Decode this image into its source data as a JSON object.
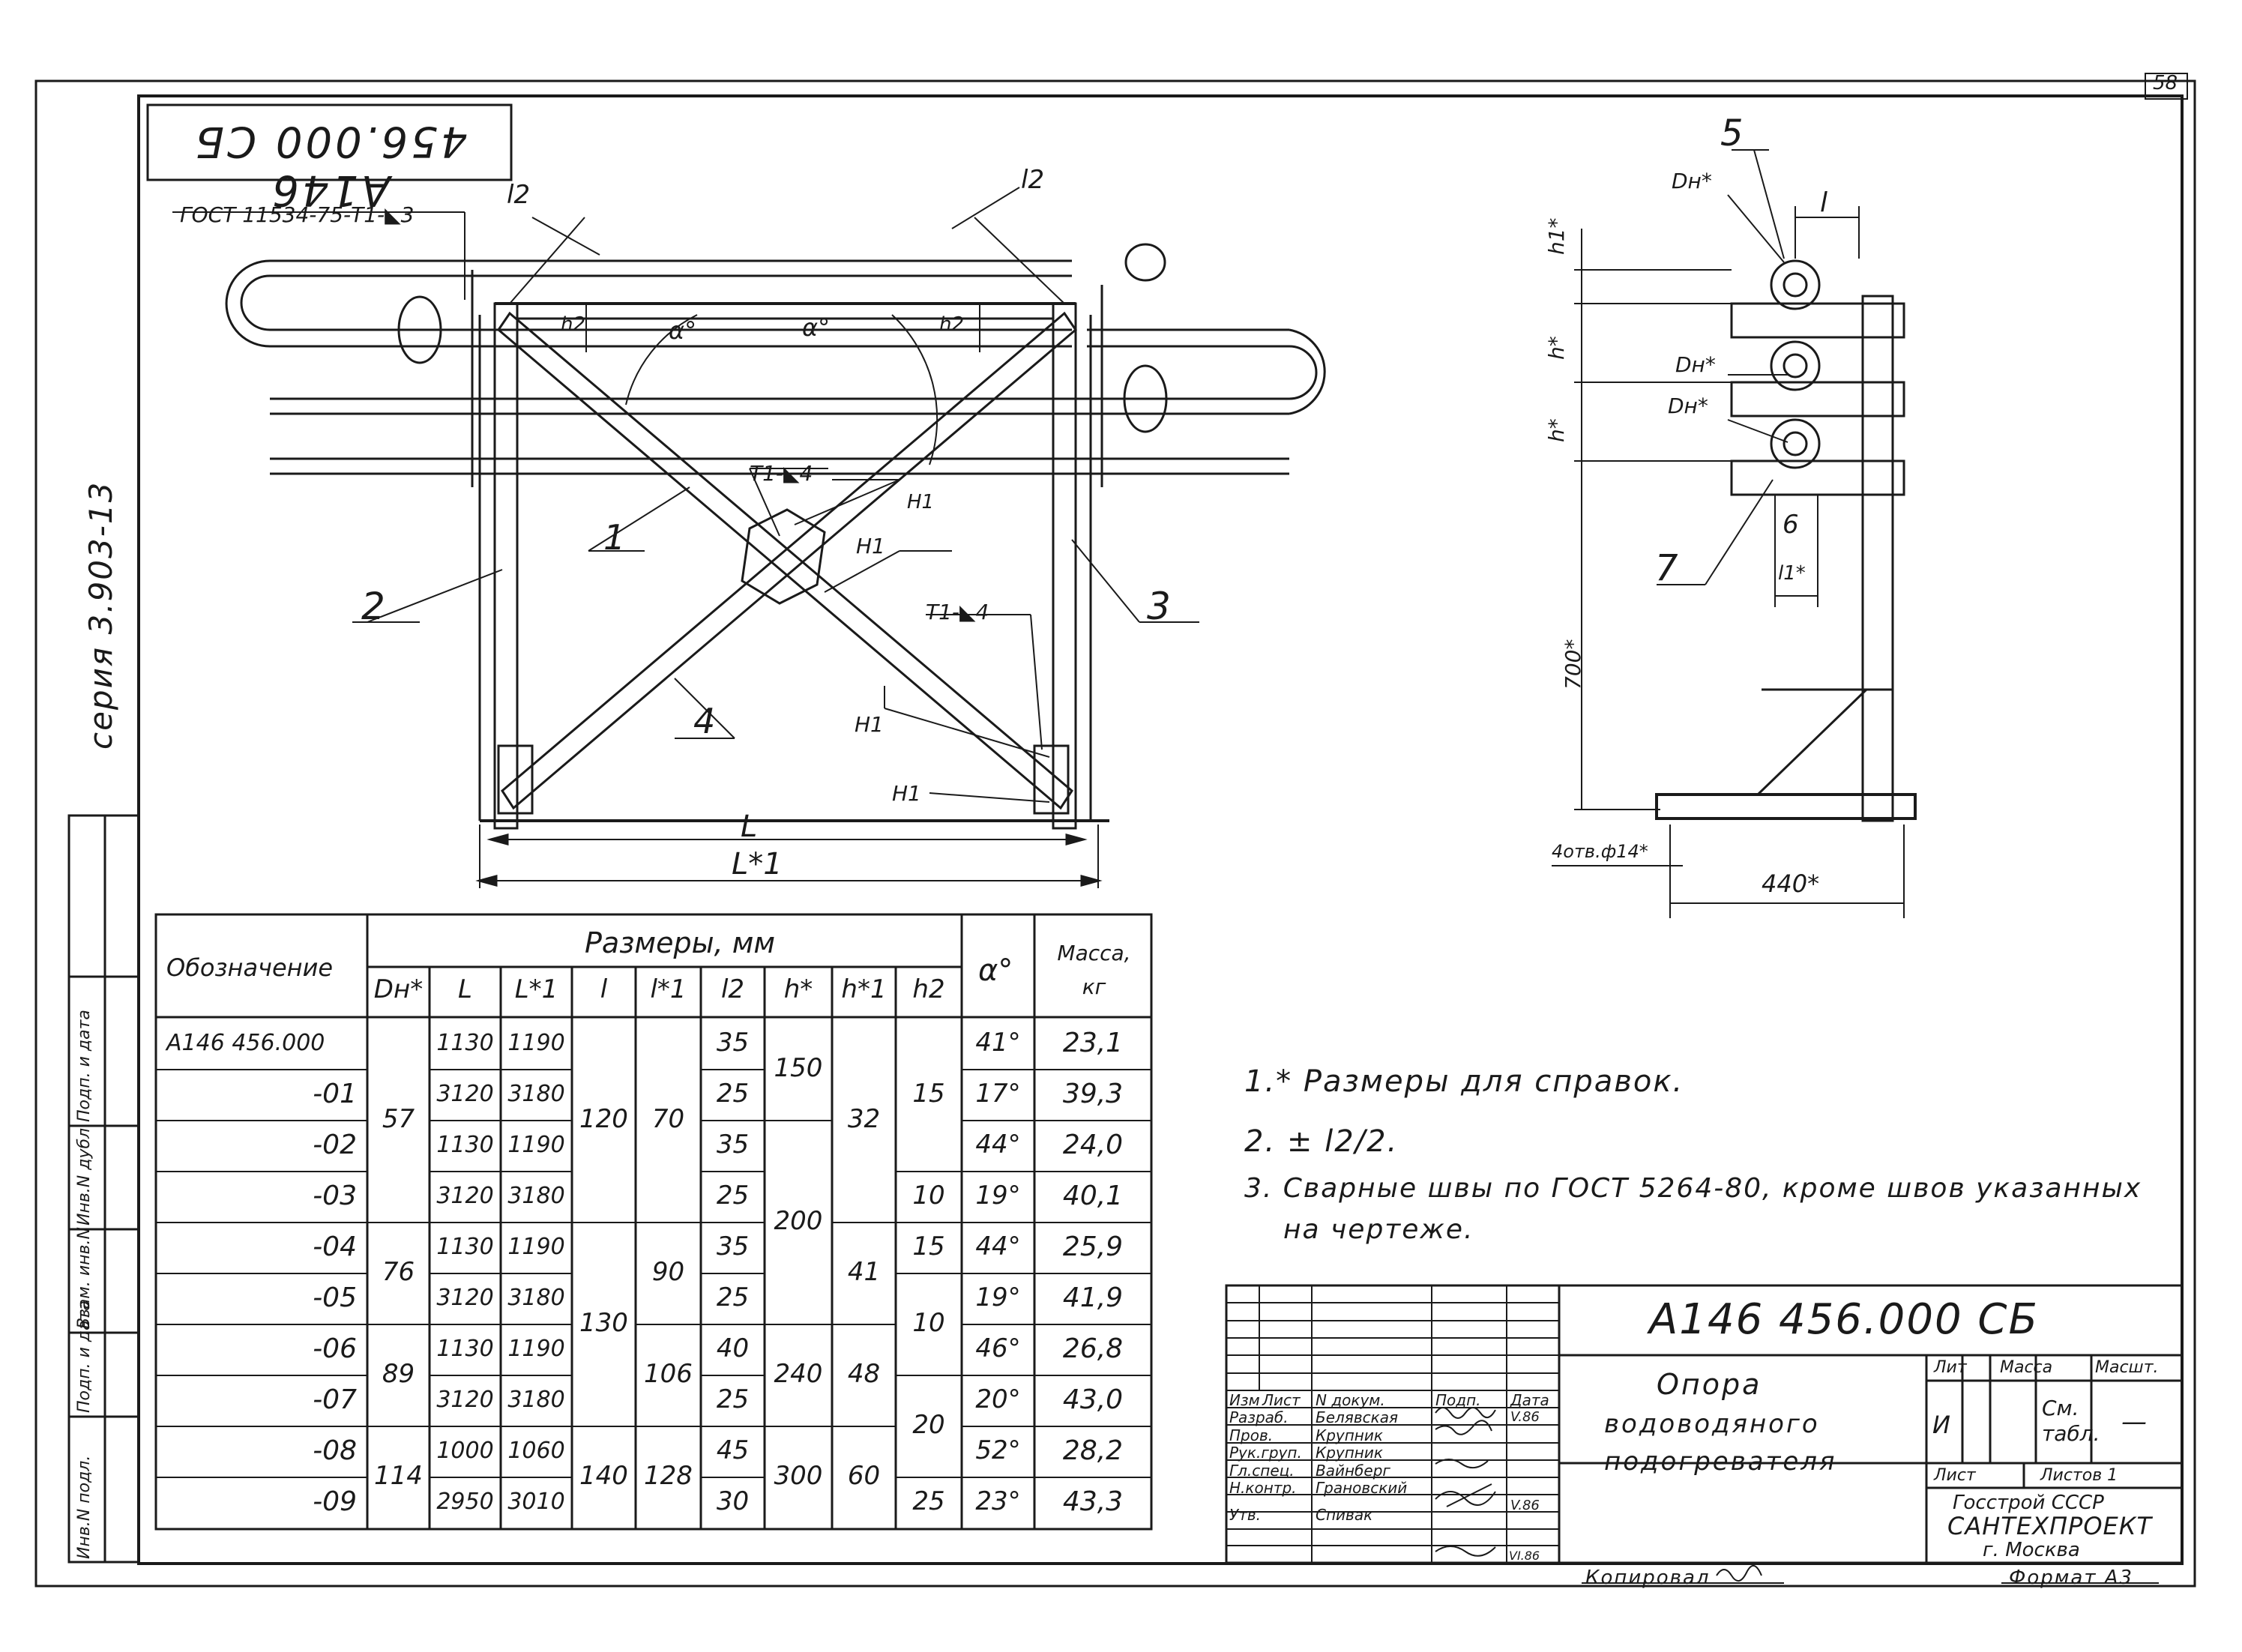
{
  "sheet_number": "58",
  "stamp_top": "А146 456.000 СБ",
  "series": "серия 3.903-13",
  "side_stamp": [
    "Инв.N подл.",
    "Подп. и дата",
    "Взам. инв.N",
    "Инв.N дубл.",
    "Подп. и дата"
  ],
  "front_view": {
    "gost_weld": "ГОСТ 11534-75-Т1-◣3",
    "weld_t1_d4_a": "Т1-◣4",
    "weld_h1_a": "Н1",
    "weld_h1_b": "Н1",
    "weld_t1_d4_b": "Т1-◣4",
    "weld_h1_c": "Н1",
    "weld_h1_d": "Н1",
    "dim_l2_left": "l2",
    "dim_l2_right": "l2",
    "dim_h2_left": "h2",
    "dim_h2_right": "h2",
    "angle_left": "α°",
    "angle_right": "α°",
    "dim_L": "L",
    "dim_L1": "L*1",
    "pos_1": "1",
    "pos_2": "2",
    "pos_3": "3",
    "pos_4": "4"
  },
  "side_view": {
    "pos_5": "5",
    "pos_6": "6",
    "pos_7": "7",
    "dn_1": "Dн*",
    "dn_2": "Dн*",
    "dn_3": "Dн*",
    "dim_l": "l",
    "dim_h1": "h1*",
    "dim_h_a": "h*",
    "dim_h_b": "h*",
    "dim_l1": "l1*",
    "dim_700": "700*",
    "dim_440": "440*",
    "holes": "4отв.ф14*"
  },
  "table": {
    "col_designation": "Обозначение",
    "col_sizes": "Размеры, мм",
    "col_alpha": "α°",
    "col_mass": "Масса, кг",
    "sub_headers": [
      "Dн*",
      "L",
      "L*1",
      "l",
      "l*1",
      "l2",
      "h*",
      "h*1",
      "h2"
    ],
    "rows": [
      {
        "des": "А146 456.000",
        "L": "1130",
        "L1": "1190",
        "l2": "35",
        "alpha": "41°",
        "mass": "23,1"
      },
      {
        "des": "-01",
        "L": "3120",
        "L1": "3180",
        "l2": "25",
        "alpha": "17°",
        "mass": "39,3"
      },
      {
        "des": "-02",
        "L": "1130",
        "L1": "1190",
        "l2": "35",
        "alpha": "44°",
        "mass": "24,0"
      },
      {
        "des": "-03",
        "L": "3120",
        "L1": "3180",
        "l2": "25",
        "alpha": "19°",
        "mass": "40,1"
      },
      {
        "des": "-04",
        "L": "1130",
        "L1": "1190",
        "l2": "35",
        "alpha": "44°",
        "mass": "25,9"
      },
      {
        "des": "-05",
        "L": "3120",
        "L1": "3180",
        "l2": "25",
        "alpha": "19°",
        "mass": "41,9"
      },
      {
        "des": "-06",
        "L": "1130",
        "L1": "1190",
        "l2": "40",
        "alpha": "46°",
        "mass": "26,8"
      },
      {
        "des": "-07",
        "L": "3120",
        "L1": "3180",
        "l2": "25",
        "alpha": "20°",
        "mass": "43,0"
      },
      {
        "des": "-08",
        "L": "1000",
        "L1": "1060",
        "l2": "45",
        "alpha": "52°",
        "mass": "28,2"
      },
      {
        "des": "-09",
        "L": "2950",
        "L1": "3010",
        "l2": "30",
        "alpha": "23°",
        "mass": "43,3"
      }
    ],
    "dn": [
      "57",
      "76",
      "89",
      "114"
    ],
    "l": [
      "120",
      "130",
      "140"
    ],
    "l1": [
      "70",
      "90",
      "106",
      "128"
    ],
    "h": [
      "150",
      "200",
      "240",
      "300"
    ],
    "h1": [
      "32",
      "41",
      "48",
      "60"
    ],
    "h2": [
      "15",
      "10",
      "15",
      "10",
      "20",
      "25"
    ]
  },
  "notes": [
    "1.* Размеры для справок.",
    "2. ± l2/2.",
    "3. Сварные швы по ГОСТ 5264-80, кроме швов указанных",
    "на чертеже."
  ],
  "title_block": {
    "doc_number": "А146 456.000 СБ",
    "title_line1": "Опора",
    "title_line2": "водоводяного",
    "title_line3": "подогревателя",
    "lit_label": "Лит",
    "mass_label": "Масса",
    "scale_label": "Масшт.",
    "lit_value": "И",
    "mass_value": "См. табл.",
    "scale_value": "—",
    "sheet_label": "Лист",
    "sheets_label": "Листов 1",
    "org_line1": "Госстрой СССР",
    "org_line2": "САНТЕХПРОЕКТ",
    "org_line3": "г. Москва",
    "head": [
      "Изм",
      "Лист",
      "N докум.",
      "Подп.",
      "Дата"
    ],
    "roles": [
      {
        "role": "Разраб.",
        "name": "Белявская"
      },
      {
        "role": "Пров.",
        "name": "Крупник"
      },
      {
        "role": "Рук.груп.",
        "name": "Крупник"
      },
      {
        "role": "Гл.спец.",
        "name": "Вайнберг"
      },
      {
        "role": "Н.контр.",
        "name": "Грановский"
      },
      {
        "role": "Утв.",
        "name": "Спивак"
      }
    ],
    "date_value": "V.86",
    "date_value2": "V.86",
    "date_value3": "VI.86"
  },
  "copied": "Копировал",
  "format": "Формат А3"
}
